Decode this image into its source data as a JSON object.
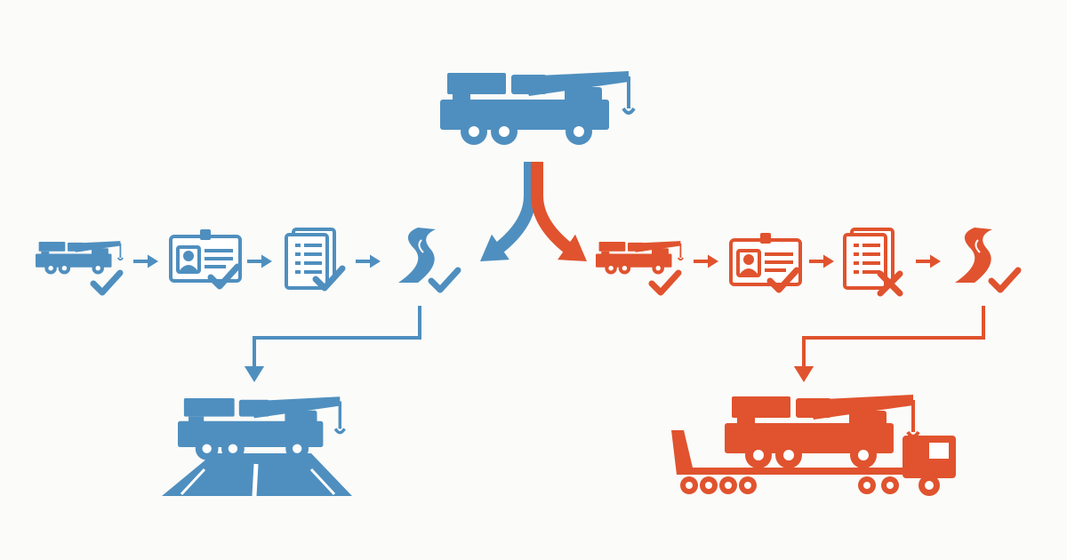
{
  "colors": {
    "blue": "#4f8fbf",
    "red": "#e0532e",
    "background": "#fbfbf9",
    "paper": "#ffffff"
  },
  "root": {
    "icon": "mobile-crane-icon"
  },
  "branches": [
    {
      "key": "blue",
      "color": "blue",
      "steps": [
        {
          "icon": "crane-icon",
          "status": "check"
        },
        {
          "icon": "id-card-icon",
          "status": "check"
        },
        {
          "icon": "document-icon",
          "status": "check"
        },
        {
          "icon": "road-route-icon",
          "status": "check"
        }
      ],
      "outcome": {
        "icon": "crane-on-road-icon"
      }
    },
    {
      "key": "red",
      "color": "red",
      "steps": [
        {
          "icon": "crane-icon",
          "status": "check"
        },
        {
          "icon": "id-card-icon",
          "status": "check"
        },
        {
          "icon": "document-icon",
          "status": "cross"
        },
        {
          "icon": "road-route-icon",
          "status": "check"
        }
      ],
      "outcome": {
        "icon": "crane-on-lowbed-trailer-icon"
      }
    }
  ]
}
